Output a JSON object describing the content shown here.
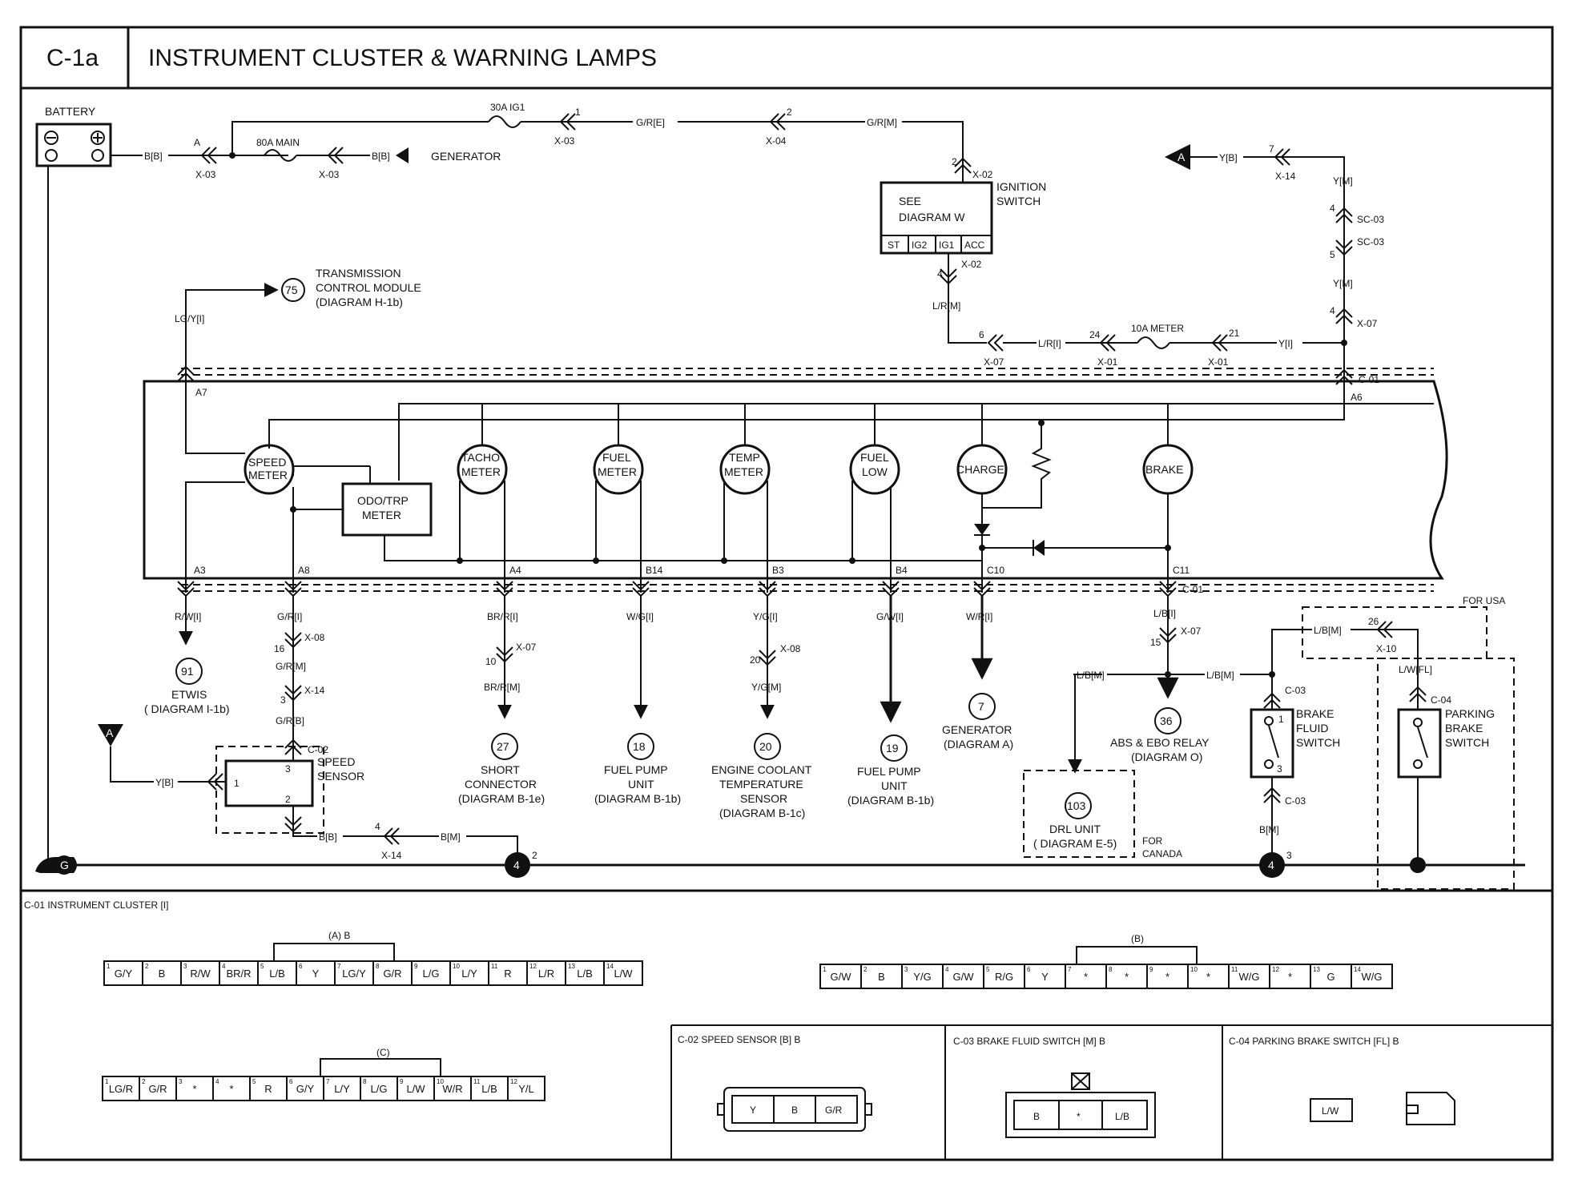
{
  "header": {
    "code": "C-1a",
    "title": "INSTRUMENT CLUSTER & WARNING LAMPS"
  },
  "labels": {
    "battery": "BATTERY",
    "fuse_ig1": "30A IG1",
    "fuse_main": "80A MAIN",
    "fuse_meter": "10A METER",
    "generator_top": "GENERATOR",
    "see_diagram_1": "SEE",
    "see_diagram_2": "DIAGRAM  W",
    "ignition_1": "IGNITION",
    "ignition_2": "SWITCH",
    "ign_pins": [
      "ST",
      "IG2",
      "IG1",
      "ACC"
    ],
    "tcm_1": "TRANSMISSION",
    "tcm_2": "CONTROL MODULE",
    "tcm_3": "(DIAGRAM H-1b)",
    "odo_1": "ODO/TRP",
    "odo_2": "METER",
    "speed_sensor_1": "SPEED",
    "speed_sensor_2": "SENSOR",
    "for_usa": "FOR USA",
    "for_canada_1": "FOR",
    "for_canada_2": "CANADA",
    "brake_fluid_1": "BRAKE",
    "brake_fluid_2": "FLUID",
    "brake_fluid_3": "SWITCH",
    "parking_1": "PARKING",
    "parking_2": "BRAKE",
    "parking_3": "SWITCH",
    "ground": "G",
    "arrow_a": "A"
  },
  "gauges": [
    {
      "l1": "SPEED",
      "l2": "METER"
    },
    {
      "l1": "TACHO",
      "l2": "METER"
    },
    {
      "l1": "FUEL",
      "l2": "METER"
    },
    {
      "l1": "TEMP",
      "l2": "METER"
    },
    {
      "l1": "FUEL",
      "l2": "LOW"
    },
    {
      "l1": "CHARGE",
      "l2": ""
    },
    {
      "l1": "BRAKE",
      "l2": ""
    }
  ],
  "refs": [
    {
      "num": "75"
    },
    {
      "num": "91",
      "l1": "ETWIS",
      "l2": "( DIAGRAM I-1b)"
    },
    {
      "num": "27",
      "l1": "SHORT",
      "l2": "CONNECTOR",
      "l3": "(DIAGRAM B-1e)"
    },
    {
      "num": "18",
      "l1": "FUEL PUMP",
      "l2": "UNIT",
      "l3": "(DIAGRAM B-1b)"
    },
    {
      "num": "20",
      "l1": "ENGINE COOLANT",
      "l2": "TEMPERATURE",
      "l3": "SENSOR",
      "l4": "(DIAGRAM B-1c)"
    },
    {
      "num": "19",
      "l1": "FUEL PUMP",
      "l2": "UNIT",
      "l3": "(DIAGRAM B-1b)"
    },
    {
      "num": "7",
      "l1": "GENERATOR",
      "l2": "(DIAGRAM A)"
    },
    {
      "num": "36",
      "l1": "ABS & EBO RELAY",
      "l2": "(DIAGRAM O)"
    },
    {
      "num": "103",
      "l1": "DRL UNIT",
      "l2": "( DIAGRAM E-5)"
    },
    {
      "num": "4",
      "pin": "2"
    },
    {
      "num": "4",
      "pin": "3"
    }
  ],
  "wires": [
    "B[B]",
    "G/R[E]",
    "G/R[M]",
    "Y[B]",
    "Y[M]",
    "Y[M]",
    "L/R[M]",
    "L/R[I]",
    "Y[I]",
    "LG/Y[I]",
    "R/W[I]",
    "G/R[I]",
    "G/R[M]",
    "G/R[B]",
    "Y[B]",
    "B[B]",
    "B[M]",
    "BR/R[I]",
    "BR/R[M]",
    "W/G[I]",
    "Y/G[I]",
    "Y/G[M]",
    "G/W[I]",
    "W/R[I]",
    "L/B[I]",
    "L/B[M]",
    "L/B[M]",
    "L/B[M]",
    "L/W[FL]",
    "B[M]",
    "B[B]"
  ],
  "connectors": [
    "A",
    "X-03",
    "X-03",
    "1",
    "X-03",
    "2",
    "X-04",
    "2",
    "X-02",
    "4",
    "X-02",
    "7",
    "X-14",
    "4",
    "SC-03",
    "5",
    "SC-03",
    "4",
    "X-07",
    "6",
    "X-07",
    "24",
    "X-01",
    "21",
    "X-01",
    "C-01",
    "A6",
    "A7",
    "A3",
    "A8",
    "A4",
    "B14",
    "B3",
    "B4",
    "C10",
    "C11",
    "C-01",
    "16",
    "X-08",
    "3",
    "X-14",
    "C-02",
    "1",
    "3",
    "2",
    "4",
    "X-14",
    "10",
    "X-07",
    "20",
    "X-08",
    "15",
    "X-07",
    "26",
    "X-10",
    "C-04",
    "1",
    "3",
    "C-03",
    "C-03"
  ],
  "panel": {
    "title": "C-01 INSTRUMENT CLUSTER [I]",
    "a_label": "(A) B",
    "a_pins": [
      "G/Y",
      "B",
      "R/W",
      "BR/R",
      "L/B",
      "Y",
      "LG/Y",
      "G/R",
      "L/G",
      "L/Y",
      "R",
      "L/R",
      "L/B",
      "L/W"
    ],
    "b_label": "(B)",
    "b_pins": [
      "G/W",
      "B",
      "Y/G",
      "G/W",
      "R/G",
      "Y",
      "*",
      "*",
      "*",
      "*",
      "W/G",
      "*",
      "G",
      "W/G"
    ],
    "c_label": "(C)",
    "c_pins": [
      "LG/R",
      "G/R",
      "*",
      "*",
      "R",
      "G/Y",
      "L/Y",
      "L/G",
      "L/W",
      "W/R",
      "L/B",
      "Y/L"
    ],
    "c02_title": "C-02 SPEED SENSOR [B] B",
    "c02_pins": [
      "Y",
      "B",
      "G/R"
    ],
    "c03_title": "C-03 BRAKE FLUID SWITCH [M] B",
    "c03_pins": [
      "B",
      "*",
      "L/B"
    ],
    "c04_title": "C-04 PARKING BRAKE SWITCH [FL] B",
    "c04_pin": "L/W"
  }
}
